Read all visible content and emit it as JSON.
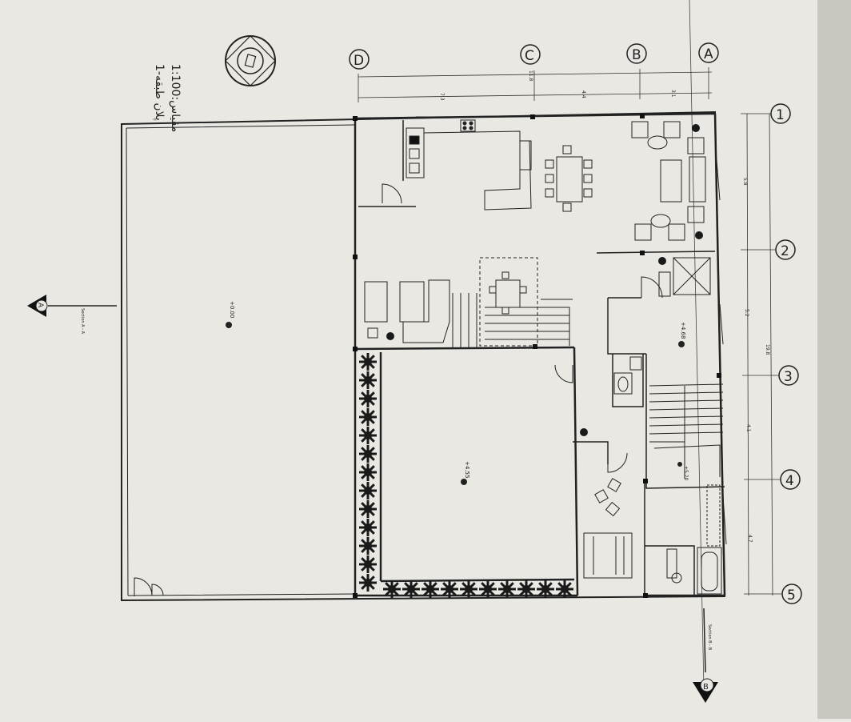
{
  "title": {
    "line1": "1-پلان طبقه",
    "line2": "مقیاس:1:100"
  },
  "grid": {
    "letters": [
      "A",
      "B",
      "C",
      "D"
    ],
    "numbers": [
      "1",
      "2",
      "3",
      "4",
      "5"
    ]
  },
  "dimensions": {
    "top": [
      "3.1",
      "4.4",
      "11.8",
      "7.3"
    ],
    "right": [
      "5.8",
      "5.2",
      "4.1",
      "4.7",
      "19.8"
    ]
  },
  "levels": {
    "yard": "+0.00",
    "courtyard": "+4.55",
    "hall": "+4.68",
    "stair": "+5.20"
  },
  "sections": {
    "a_label": "Section A - A",
    "a_marker": "A",
    "b_label": "Section B - B",
    "b_marker": "B"
  },
  "colors": {
    "paper": "#e9e8e3",
    "line": "#222222",
    "plant": "#1a1a1a"
  }
}
